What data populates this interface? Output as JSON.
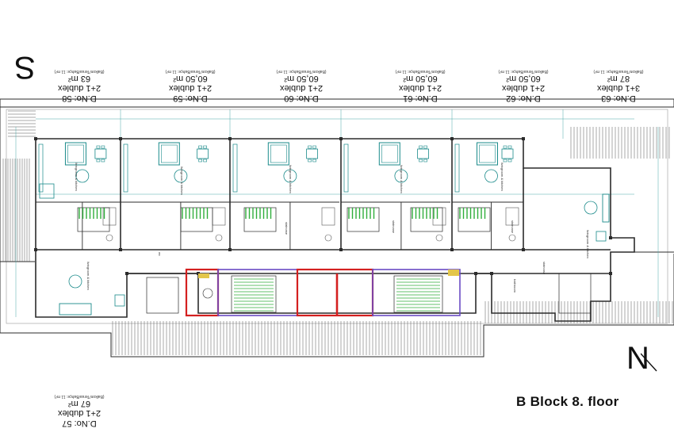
{
  "units_top": [
    {
      "dno": "D.No:",
      "num": "58",
      "type": "2+1 dublex",
      "area": "63 m²",
      "note": "(Balkon/Teras/Bahçe: 11 m²)"
    },
    {
      "dno": "D.No:",
      "num": "59",
      "type": "2+1 dublex",
      "area": "60,50 m²",
      "note": "(Balkon/Teras/Bahçe: 11 m²)"
    },
    {
      "dno": "D.No:",
      "num": "60",
      "type": "2+1 dublex",
      "area": "60,50 m²",
      "note": "(Balkon/Teras/Bahçe: 11 m²)"
    },
    {
      "dno": "D.No:",
      "num": "61",
      "type": "2+1 dublex",
      "area": "60,50 m²",
      "note": "(Balkon/Teras/Bahçe: 11 m²)"
    },
    {
      "dno": "D.No:",
      "num": "62",
      "type": "2+1 dublex",
      "area": "60,50 m²",
      "note": "(Balkon/Teras/Bahçe: 11 m²)"
    },
    {
      "dno": "D.No:",
      "num": "63",
      "type": "3+1 dublex",
      "area": "87 m²",
      "note": "(Balkon/Teras/Bahçe: 11 m²)"
    }
  ],
  "unit_bottom": {
    "dno": "D.No:",
    "num": "57",
    "type": "2+1 dublex",
    "area": "67 m²",
    "note": "(Balkon/Teras/Bahçe: 11 m²)"
  },
  "compass": {
    "south": "S",
    "north": "N"
  },
  "title": "B Block 8. floor",
  "room_labels": {
    "living": "livingroom & kitchen",
    "stair": "staircase",
    "wc": "wc",
    "bath": "bathroom"
  },
  "colors": {
    "wall": "#2b2b2b",
    "furniture": "#1a8a8a",
    "stair_green": "#2fae3a",
    "core_red": "#d42020",
    "core_purple": "#6a4bc4",
    "dim_line": "#4aa8a8",
    "yellow": "#e3c64a"
  }
}
